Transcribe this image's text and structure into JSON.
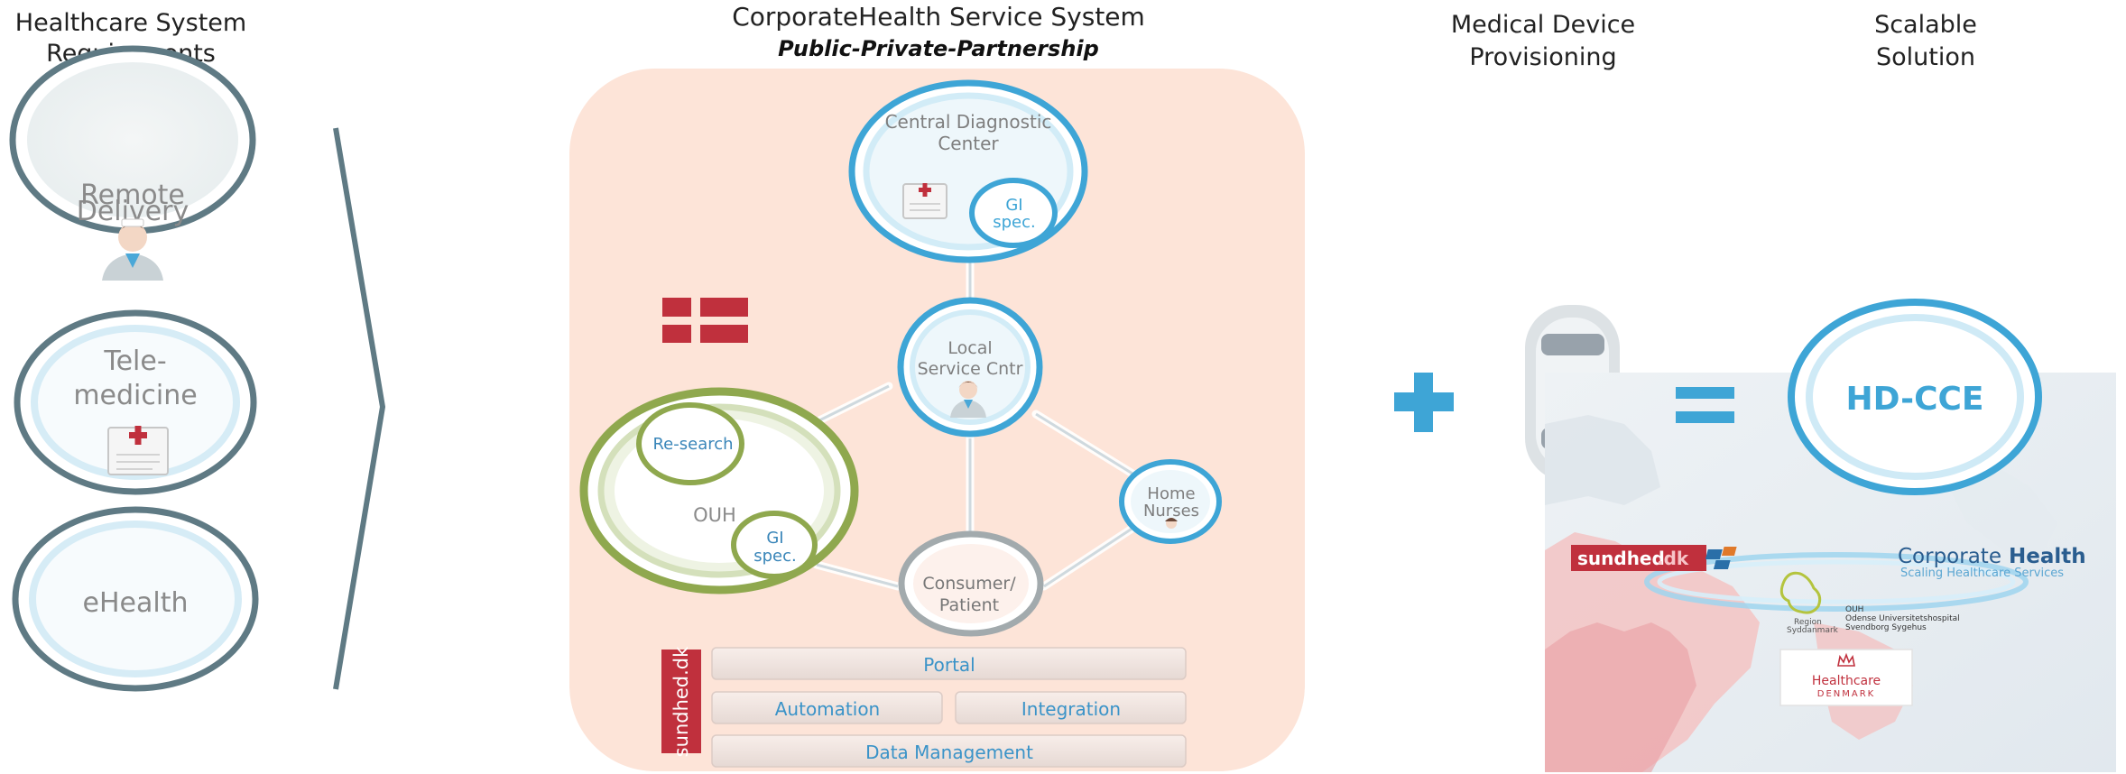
{
  "headers": {
    "requirements_line1": "Healthcare System",
    "requirements_line2": "Requirements",
    "center_title": "CorporateHealth Service System",
    "center_subtitle": "Public-Private-Partnership",
    "device_line1": "Medical Device",
    "device_line2": "Provisioning",
    "scalable_line1": "Scalable",
    "scalable_line2": "Solution"
  },
  "requirements": {
    "remote_line1": "Remote",
    "remote_line2": "Delivery",
    "tele_line1": "Tele-",
    "tele_line2": "medicine",
    "ehealth": "eHealth"
  },
  "nodes": {
    "central_line1": "Central Diagnostic",
    "central_line2": "Center",
    "gi_top_line1": "GI",
    "gi_top_line2": "spec.",
    "local_line1": "Local",
    "local_line2": "Service Cntr",
    "home_line1": "Home",
    "home_line2": "Nurses",
    "ouh": "OUH",
    "research": "Re-search",
    "gi_ouh_line1": "GI",
    "gi_ouh_line2": "spec.",
    "consumer_line1": "Consumer/",
    "consumer_line2": "Patient"
  },
  "platform": {
    "brand_vertical": "sundhed.dk",
    "portal": "Portal",
    "automation": "Automation",
    "integration": "Integration",
    "data_management": "Data Management"
  },
  "solution": {
    "plus": "+",
    "equals": "=",
    "hdcce": "HD-CCE"
  },
  "map": {
    "sundhed_logo_a": "sundhed",
    "sundhed_logo_b": ".dk",
    "corporate_a": "Corporate",
    "corporate_b": "Health",
    "corporate_tagline": "Scaling Healthcare Services",
    "region_a": "Region",
    "region_b": "Syddanmark",
    "ouh_line1": "OUH",
    "ouh_line2": "Odense Universitetshospital",
    "ouh_line3": "Svendborg Sygehus",
    "hd_line1": "Healthcare",
    "hd_line2": "DENMARK"
  },
  "colors": {
    "accent_blue": "#3ea5d6",
    "slate": "#5f7a84",
    "olive": "#8fa84e",
    "danish_red": "#c0303d",
    "peach": "#fde4d8",
    "text_grey": "#777777"
  }
}
